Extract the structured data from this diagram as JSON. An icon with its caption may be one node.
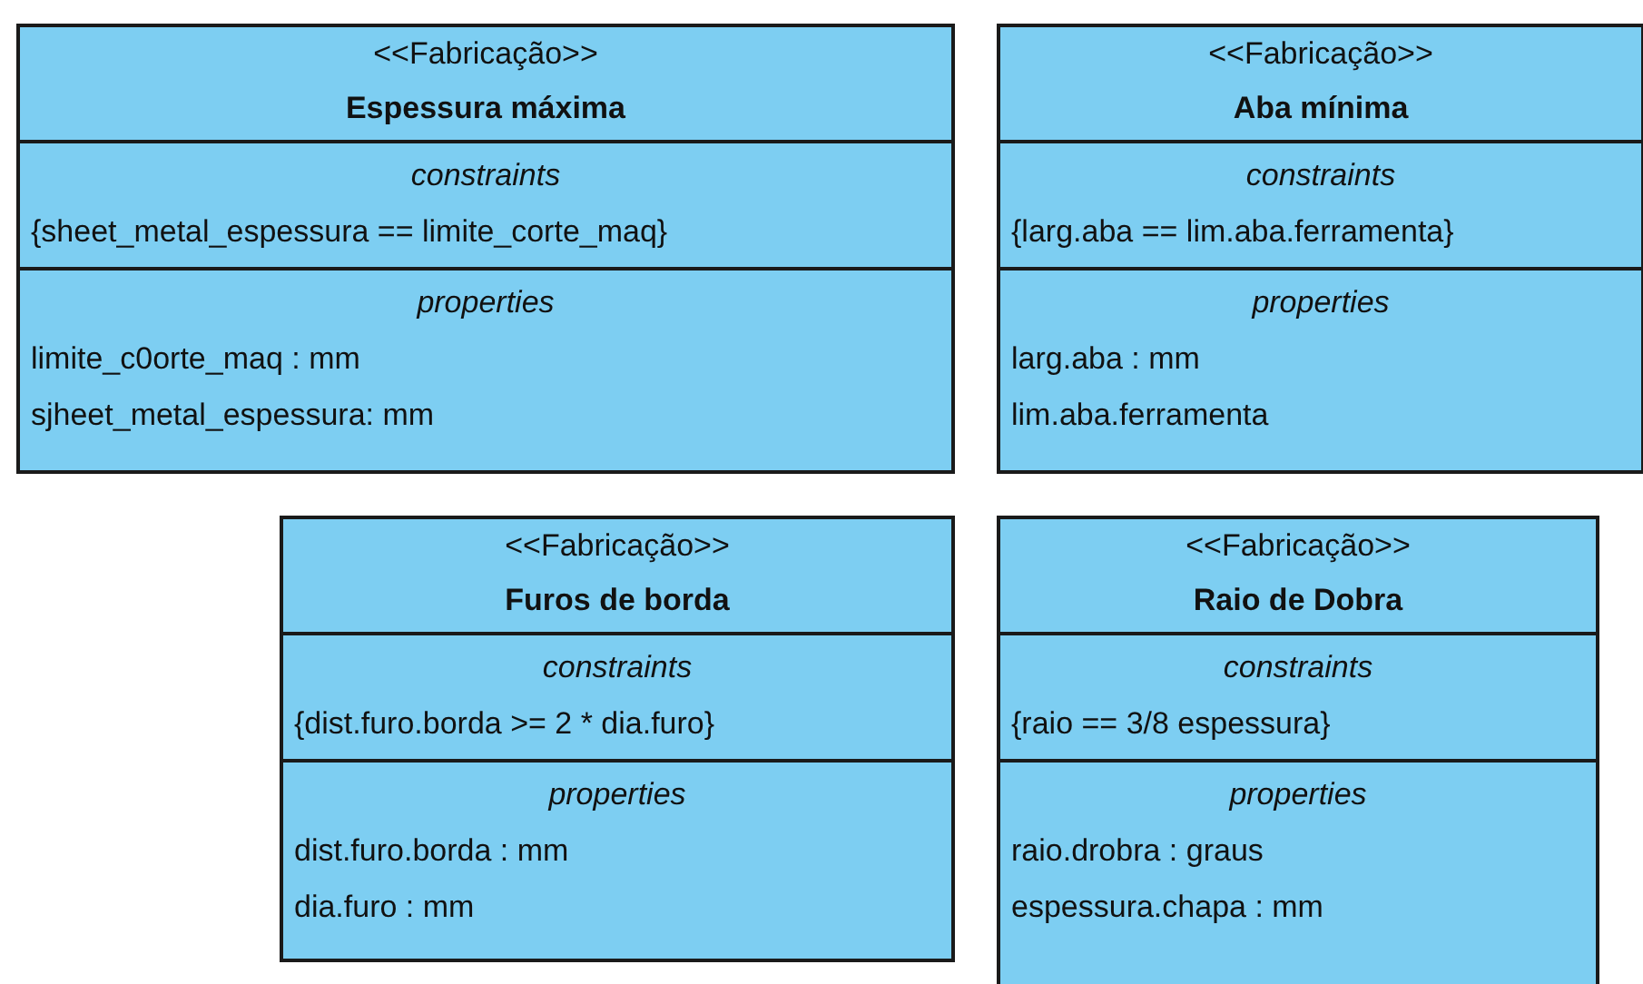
{
  "diagram": {
    "nodes": [
      {
        "text": [
          "<<Fabricação>>",
          "Espessura máxima",
          "constraints",
          "{sheet_metal_espessura == limite_corte_maq}",
          "properties",
          "limite_c0orte_maq : mm",
          "sjheet_metal_espessura: mm"
        ]
      },
      {
        "text": [
          "<<Fabricação>>",
          "Aba mínima",
          "constraints",
          "{larg.aba == lim.aba.ferramenta}",
          "properties",
          "larg.aba : mm",
          "lim.aba.ferramenta"
        ]
      },
      {
        "text": [
          "<<Fabricação>>",
          "Furos de borda",
          "constraints",
          "{dist.furo.borda >= 2 * dia.furo}",
          "properties",
          "dist.furo.borda : mm",
          "dia.furo : mm"
        ]
      },
      {
        "text": [
          "<<Fabricação>>",
          "Raio de Dobra",
          "constraints",
          "{raio == 3/8 espessura}",
          "properties",
          "raio.drobra : graus",
          "espessura.chapa : mm"
        ]
      }
    ]
  }
}
